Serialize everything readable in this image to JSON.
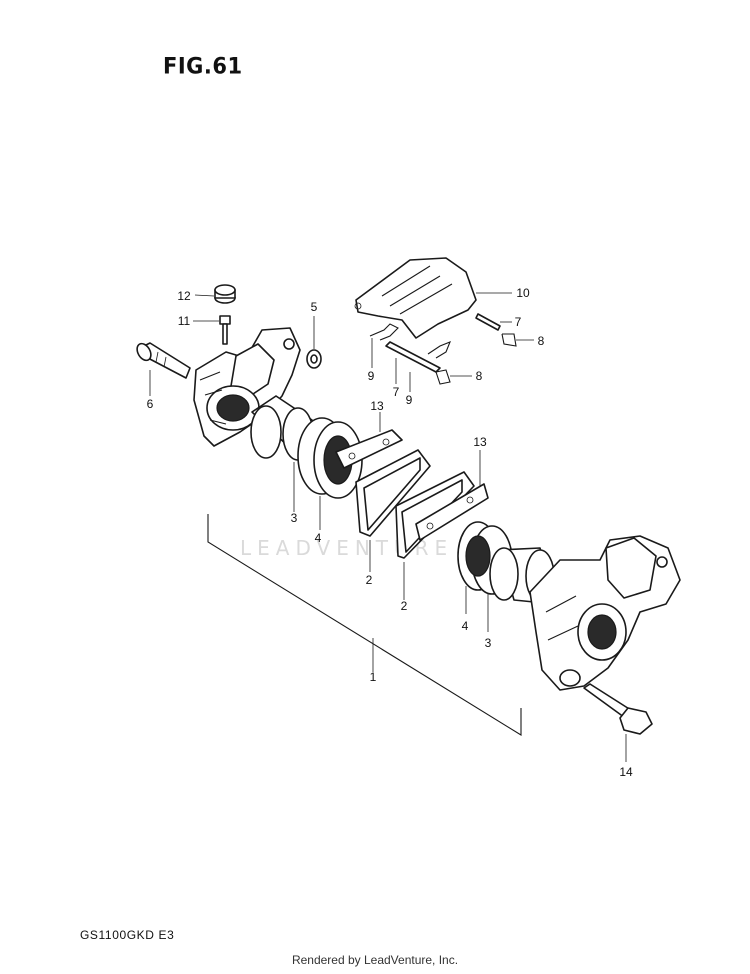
{
  "figure": {
    "title": "FIG.61",
    "model_code": "GS1100GKD E3",
    "footer": "Rendered by LeadVenture, Inc.",
    "watermark": "LEADVENTURE"
  },
  "callouts": {
    "c1": "1",
    "c2a": "2",
    "c2b": "2",
    "c3a": "3",
    "c3b": "3",
    "c4a": "4",
    "c4b": "4",
    "c5": "5",
    "c6": "6",
    "c7a": "7",
    "c7b": "7",
    "c8a": "8",
    "c8b": "8",
    "c9a": "9",
    "c9b": "9",
    "c10": "10",
    "c11": "11",
    "c12": "12",
    "c13a": "13",
    "c13b": "13",
    "c14": "14"
  },
  "colors": {
    "ink": "#1a1a1a",
    "paper": "#ffffff",
    "watermark": "#dadada"
  }
}
